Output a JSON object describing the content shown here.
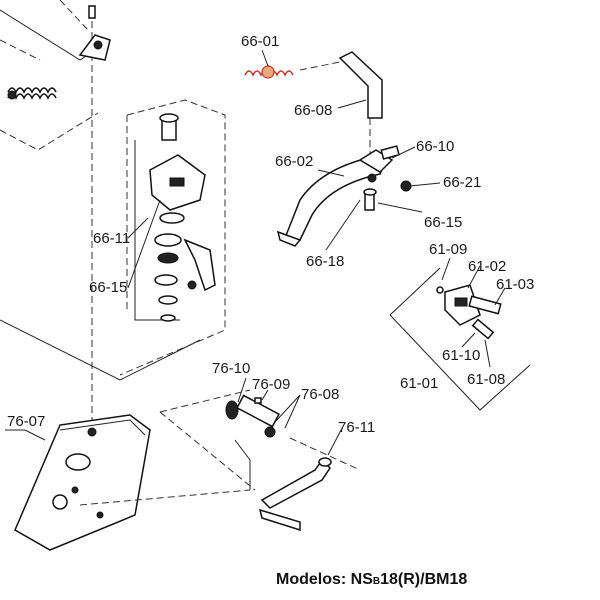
{
  "labels": {
    "p66_01": "66-01",
    "p66_08": "66-08",
    "p66_10": "66-10",
    "p66_02": "66-02",
    "p66_21": "66-21",
    "p66_15_right": "66-15",
    "p66_18": "66-18",
    "p66_11": "66-11",
    "p66_15_left": "66-15",
    "p61_09": "61-09",
    "p61_02": "61-02",
    "p61_03": "61-03",
    "p61_10": "61-10",
    "p61_01": "61-01",
    "p61_08": "61-08",
    "p76_10": "76-10",
    "p76_09": "76-09",
    "p76_08": "76-08",
    "p76_07": "76-07",
    "p76_11": "76-11"
  },
  "footer": {
    "prefix": "Modelos: NS",
    "sub": "B",
    "suffix": "18(R)/BM18"
  },
  "colors": {
    "ink": "#111111",
    "spring_highlight": "#c0392b"
  }
}
